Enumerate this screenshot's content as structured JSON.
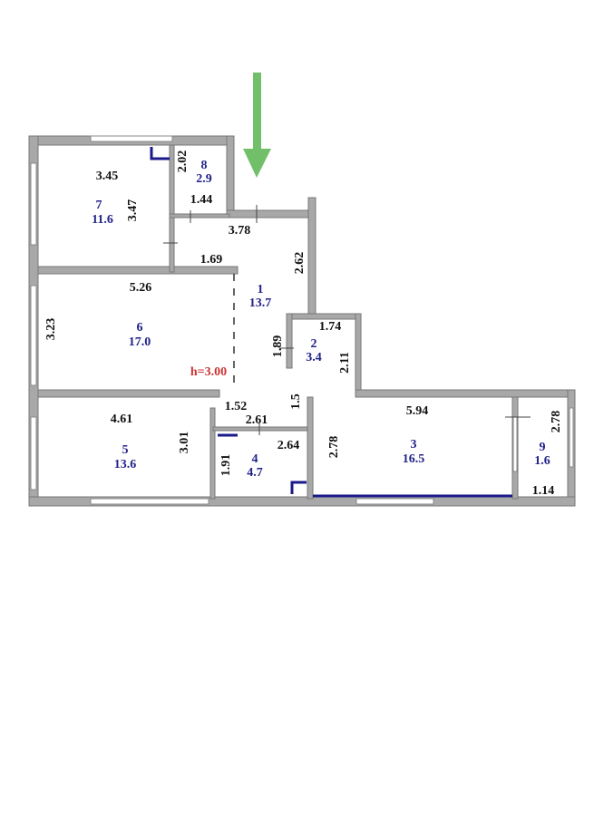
{
  "plan": {
    "ceiling_height": "h=3.00",
    "entrance_arrow_color": "#72bf6a",
    "wall_color": "#a8a8a8",
    "rooms": [
      {
        "id": "1",
        "area": "13.7"
      },
      {
        "id": "2",
        "area": "3.4"
      },
      {
        "id": "3",
        "area": "16.5"
      },
      {
        "id": "4",
        "area": "4.7"
      },
      {
        "id": "5",
        "area": "13.6"
      },
      {
        "id": "6",
        "area": "17.0"
      },
      {
        "id": "7",
        "area": "11.6"
      },
      {
        "id": "8",
        "area": "2.9"
      },
      {
        "id": "9",
        "area": "1.6"
      }
    ],
    "dimensions": {
      "r7_w": "3.45",
      "r7_h": "3.47",
      "r8_h": "2.02",
      "r8_w": "1.44",
      "r1_top": "3.78",
      "r1_left": "1.69",
      "r1_right": "2.62",
      "r1_mid": "1.89",
      "r2_w": "1.74",
      "r2_h": "2.11",
      "r6_w": "5.26",
      "r6_h": "3.23",
      "r5_w": "4.61",
      "r5_h": "3.01",
      "corr_w": "1.52",
      "corr_top": "2.61",
      "corr_v": "1.5",
      "r4_w": "2.64",
      "r4_h": "1.91",
      "r3_w": "5.94",
      "r3_h": "2.78",
      "r9_h": "2.78",
      "r9_w": "1.14"
    }
  }
}
